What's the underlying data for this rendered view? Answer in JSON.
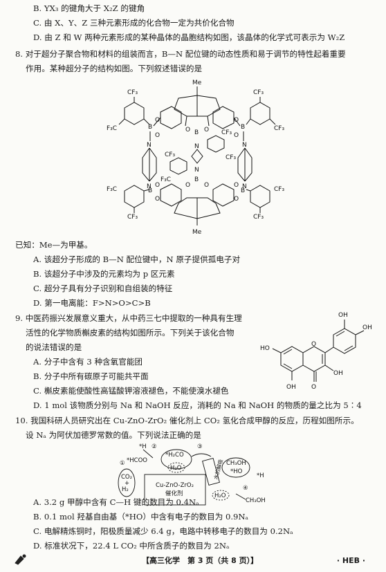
{
  "lines": {
    "q7b": "B. YX₃ 的键角大于 X₂Z 的键角",
    "q7c": "C. 由 X、Y、Z 三种元素形成的化合物一定为共价化合物",
    "q7d": "D. 由 Z 和 W 两种元素形成的某种晶体的晶胞结构如图，该晶体的化学式可表示为 W₂Z",
    "q8a": "8. 对于超分子聚合物和材料的组装而言，B—N 配位键的动态性质和易于调节的特性起着重要",
    "q8b": "作用。某种超分子的结构如图。下列叙述错误的是",
    "q8known": "已知：Me—为甲基。",
    "q8optA": "A. 该超分子形成的 B—N 配位键中，N 原子提供孤电子对",
    "q8optB": "B. 该超分子中涉及的元素均为 p 区元素",
    "q8optC": "C. 超分子具有分子识别和自组装的特征",
    "q8optD": "D. 第一电离能：F>N>O>C>B",
    "q9a": "9. 中医药振兴发展意义重大，从中药三七中提取的一种具有生理",
    "q9b": "活性的化学物质槲皮素的结构如图所示。下列关于该化合物",
    "q9c": "的说法错误的是",
    "q9optA": "A. 分子中含有 3 种含氧官能团",
    "q9optB": "B. 分子中所有碳原子可能共平面",
    "q9optC": "C. 槲皮素能使酸性高锰酸钾溶液褪色，不能使溴水褪色",
    "q9optD": "D. 1 mol 该物质分别与 Na 和 NaOH 反应，消耗的 Na 和 NaOH 的物质的量之比为 5∶4",
    "q10a": "10. 我国科研人员研究出在 Cu-ZnO-ZrO₂ 催化剂上 CO₂ 氢化合成甲醇的反应，历程如图所示。",
    "q10b": "设 Nₐ 为阿伏加德罗常数的值。下列说法正确的是",
    "q10optA": "A. 3.2 g 甲醇中含有 C—H 键的数目为 0.4Nₐ",
    "q10optB": "B. 0.1 mol 羟基自由基（*HO）中含有电子的数目为 0.9Nₐ",
    "q10optC": "C. 电解精炼铜时，阳极质量减少 6.4 g，电路中转移电子的数目为 0.2Nₐ",
    "q10optD": "D. 标准状况下，22.4 L CO₂ 中所含质子的数目为 2Nₐ"
  },
  "fig8": {
    "me": "Me",
    "cf3": "CF₃",
    "f3c": "F₃C",
    "b": "B",
    "n": "N",
    "o": "O"
  },
  "fig9": {
    "oh": "OH",
    "ho": "HO",
    "o": "O"
  },
  "fig10": {
    "h": "*H",
    "hcoo": "*HCOO",
    "h2co": "*H₂CO",
    "h2o": "H₂O",
    "ch3oh": "CH₃OH",
    "ho": "*HO",
    "ch3oh_out": "CH₃OH",
    "co2": "CO₂",
    "plus": "+",
    "h2": "H₂",
    "catalyst_l1": "Cu-ZnO-ZrO₂",
    "catalyst_l2": "催化剂",
    "shui": "水的解吸",
    "n1": "①",
    "n2": "②",
    "n3": "③",
    "n4": "④"
  },
  "footer": {
    "center": "【高三化学　第 3 页（共 8 页）】",
    "right": "· HEB ·"
  }
}
